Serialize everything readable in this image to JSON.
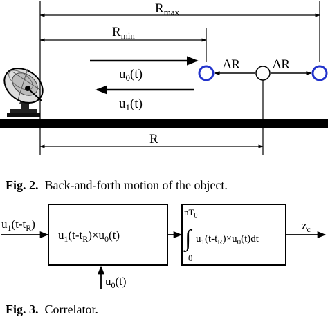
{
  "figure2": {
    "labels": {
      "rmax": "R",
      "rmax_sub": "max",
      "rmin": "R",
      "rmin_sub": "min",
      "u0": "u",
      "u0_sub": "0",
      "u0_arg": "(t)",
      "u1": "u",
      "u1_sub": "1",
      "u1_arg": "(t)",
      "delta_r_left": "ΔR",
      "delta_r_right": "ΔR",
      "r": "R"
    },
    "caption": {
      "number": "Fig. 2.",
      "text": "Back-and-forth motion of the object."
    },
    "colors": {
      "target_ends": "#2233cc",
      "target_center": "#000000"
    },
    "icons": [
      "radar-dish-icon"
    ]
  },
  "figure3": {
    "input_label": {
      "u": "u",
      "sub": "1",
      "arg": "(t-t",
      "argsub": "R",
      "close": ")"
    },
    "mult_block": {
      "text_a": "u",
      "sub_a": "1",
      "mid_a": "(t-t",
      "sub_r": "R",
      "mid_b": ")×u",
      "sub_b": "0",
      "end": "(t)"
    },
    "ref_input": {
      "u": "u",
      "sub": "0",
      "arg": "(t)"
    },
    "integrator": {
      "upper": "nT",
      "upper_sub": "0",
      "lower": "0",
      "text_a": "u",
      "sub_a": "1",
      "mid_a": "(t-t",
      "sub_r": "R",
      "mid_b": ")×u",
      "sub_b": "0",
      "end": "(t)dt"
    },
    "output": {
      "z": "z",
      "sub": "c"
    },
    "caption": {
      "number": "Fig. 3.",
      "text": "Correlator."
    }
  }
}
